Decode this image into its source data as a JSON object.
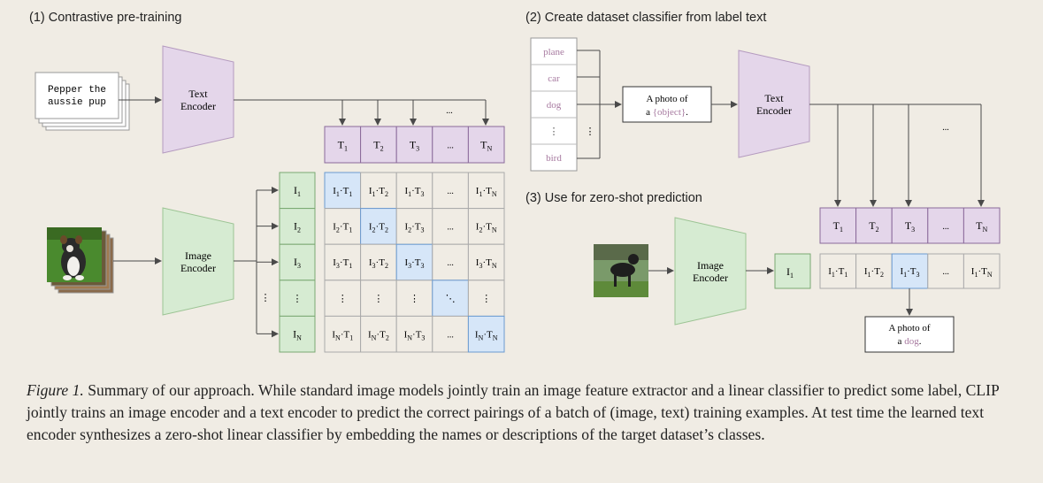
{
  "sections": {
    "s1": "(1) Contrastive pre-training",
    "s2": "(2) Create dataset classifier from label text",
    "s3": "(3) Use for zero-shot prediction"
  },
  "text_input": [
    "Pepper the",
    "aussie pup"
  ],
  "encoders": {
    "text": [
      "Text",
      "Encoder"
    ],
    "image": [
      "Image",
      "Encoder"
    ]
  },
  "labels": [
    "plane",
    "car",
    "dog",
    "⋮",
    "bird"
  ],
  "template": {
    "line1": "A photo of",
    "line2_prefix": "a ",
    "line2_object": "{object}",
    "line2_suffix": "."
  },
  "result": {
    "line1": "A photo of",
    "line2_prefix": "a ",
    "line2_object": "dog",
    "line2_suffix": "."
  },
  "ellipsis": "...",
  "vdots": "⋮",
  "ddots": "⋱",
  "caption": {
    "label": "Figure 1.",
    "text": " Summary of our approach. While standard image models jointly train an image feature extractor and a linear classifier to predict some label, CLIP jointly trains an image encoder and a text encoder to predict the correct pairings of a batch of (image, text) training examples. At test time the learned text encoder synthesizes a zero-shot linear classifier by embedding the names or descriptions of the target dataset’s classes."
  },
  "colors": {
    "text_encoder": "#e4d6ea",
    "image_encoder": "#d6ebd2",
    "match": "#d6e6f8",
    "line": "#4a4a4a"
  }
}
